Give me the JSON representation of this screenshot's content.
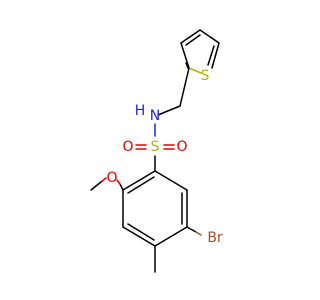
{
  "molecule": {
    "atoms": {
      "thiophene_s": "S",
      "amine_n": "N",
      "amine_h": "H",
      "sulfonyl_s": "S",
      "sulfonyl_o_left": "O",
      "sulfonyl_o_right": "O",
      "methoxy_o": "O",
      "bromine": "Br"
    },
    "colors": {
      "sulfur": "#b3b300",
      "nitrogen": "#2020ff",
      "oxygen": "#e60000",
      "bromine": "#a0522d",
      "carbon": "#000000"
    }
  }
}
